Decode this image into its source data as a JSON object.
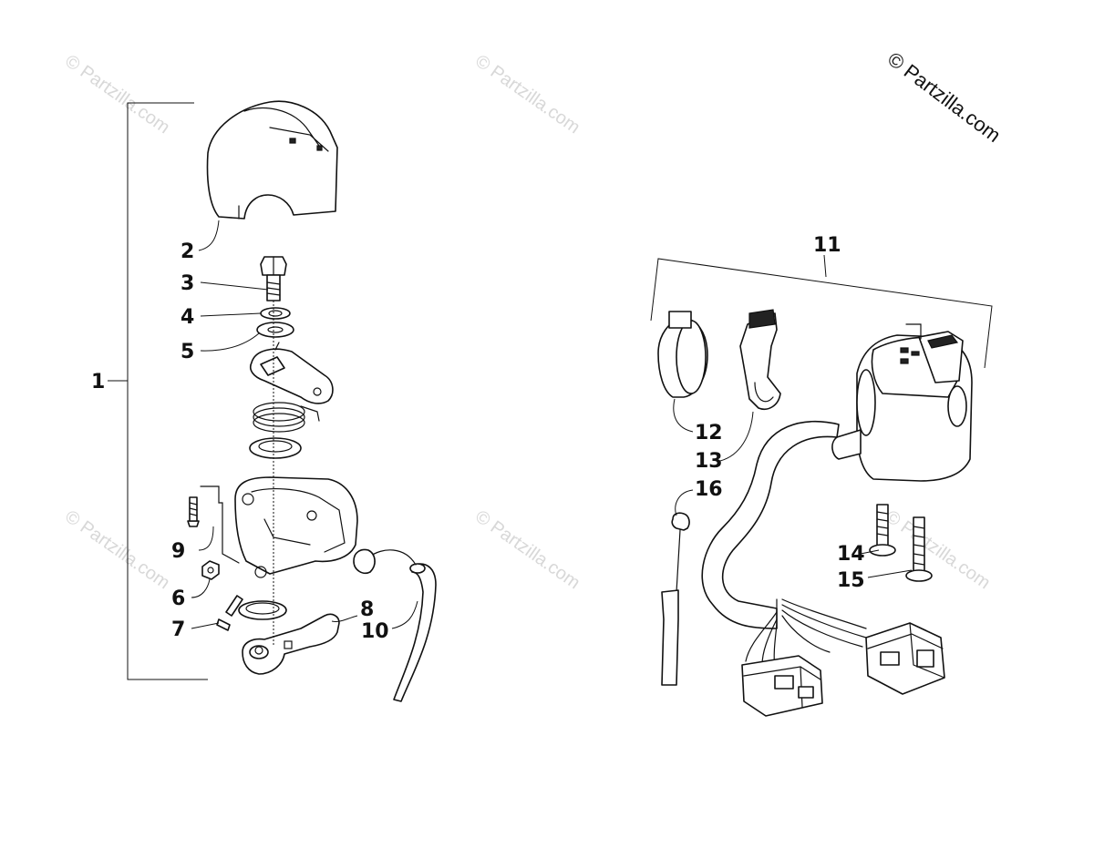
{
  "brand": {
    "text": "© Partzilla.com"
  },
  "watermark": {
    "text": "© Partzilla.com"
  },
  "callouts": {
    "c1": "1",
    "c2": "2",
    "c3": "3",
    "c4": "4",
    "c5": "5",
    "c6": "6",
    "c7": "7",
    "c8": "8",
    "c9": "9",
    "c10": "10",
    "c11": "11",
    "c12": "12",
    "c13": "13",
    "c14": "14",
    "c15": "15",
    "c16": "16"
  }
}
